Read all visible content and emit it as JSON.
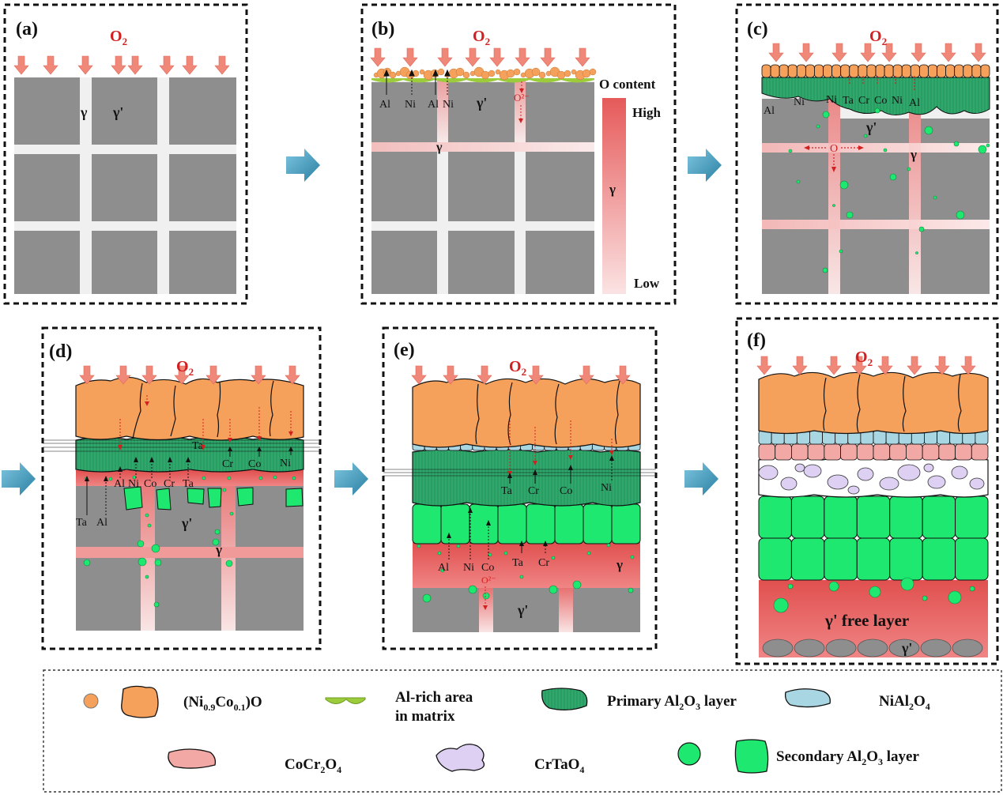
{
  "panels": {
    "a": {
      "tag": "(a)",
      "o2": "O",
      "o2_sub": "2",
      "gamma": "γ",
      "gamma_prime": "γ'"
    },
    "b": {
      "tag": "(b)",
      "o2": "O",
      "o2_sub": "2",
      "gamma": "γ",
      "gamma_prime": "γ'",
      "elements": [
        "Al",
        "Ni",
        "Al",
        "Ni"
      ],
      "oxygen_ion": "O²⁻",
      "scale_title": "O content",
      "scale_high": "High",
      "scale_low": "Low",
      "scale_gamma": "γ"
    },
    "c": {
      "tag": "(c)",
      "o2": "O",
      "o2_sub": "2",
      "gamma": "γ",
      "gamma_prime": "γ'",
      "elements": [
        "Al",
        "Ni",
        "Ni",
        "Ta",
        "Cr",
        "Co",
        "Ni",
        "Al"
      ],
      "oxygen": "O"
    },
    "d": {
      "tag": "(d)",
      "o2": "O",
      "o2_sub": "2",
      "gamma": "γ",
      "gamma_prime": "γ'",
      "upper_elements": [
        "Ta",
        "Cr",
        "Co",
        "Ni"
      ],
      "lower_elements": [
        "Al",
        "Ni",
        "Co",
        "Cr",
        "Ta"
      ],
      "base_elements": [
        "Ta",
        "Al"
      ]
    },
    "e": {
      "tag": "(e)",
      "o2": "O",
      "o2_sub": "2",
      "gamma": "γ",
      "gamma_prime": "γ'",
      "upper_elements": [
        "Ta",
        "Cr",
        "Co",
        "Ni"
      ],
      "lower_elements": [
        "Al",
        "Ni",
        "Co",
        "Ta",
        "Cr"
      ],
      "oxygen_ion": "O²⁻"
    },
    "f": {
      "tag": "(f)",
      "o2": "O",
      "o2_sub": "2",
      "free_layer": "γ' free layer",
      "gamma_prime": "γ'"
    }
  },
  "legend": {
    "nio": {
      "pre": "(Ni",
      "s1": "0.9",
      "mid": "Co",
      "s2": "0.1",
      "post": ")O"
    },
    "al_rich": {
      "line1": "Al-rich area",
      "line2": "in matrix"
    },
    "primary": {
      "pre": "Primary Al",
      "s1": "2",
      "mid": "O",
      "s2": "3",
      "post": " layer"
    },
    "nial": {
      "pre": "NiAl",
      "s1": "2",
      "mid": "O",
      "s2": "4"
    },
    "cocr": {
      "pre": "CoCr",
      "s1": "2",
      "mid": "O",
      "s2": "4"
    },
    "crta": {
      "pre": "CrTaO",
      "s1": "4"
    },
    "secondary": {
      "pre": "Secondary Al",
      "s1": "2",
      "mid": "O",
      "s2": "3",
      "post": " layer"
    }
  },
  "colors": {
    "gray": "#8e8e8e",
    "orange": "#f5a15c",
    "dark_green": "#2fa86c",
    "bright_green": "#1ee870",
    "red_layer": "#e05555",
    "light_blue": "#a8d6e2",
    "pink": "#f2a8a4",
    "lavender": "#ddd0f2",
    "al_rich": "#9ccc3c",
    "arrow_pink": "#f0887a",
    "flow_arrow": "#3a93b4",
    "label_red": "#d22020"
  }
}
